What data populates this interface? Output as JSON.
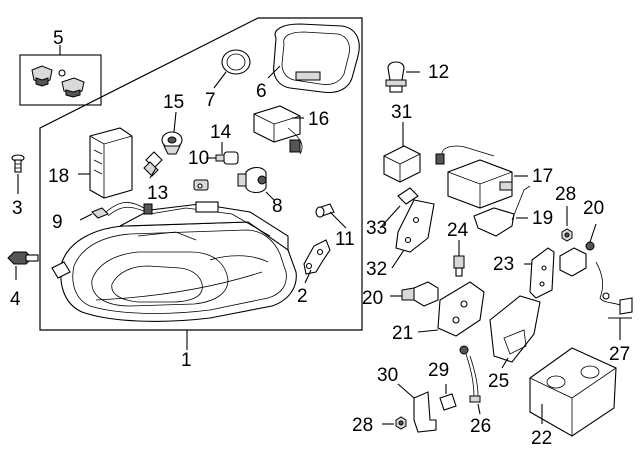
{
  "callouts": {
    "c1": "1",
    "c2": "2",
    "c3": "3",
    "c4": "4",
    "c5": "5",
    "c6": "6",
    "c7": "7",
    "c8": "8",
    "c9": "9",
    "c10": "10",
    "c11": "11",
    "c12": "12",
    "c13": "13",
    "c14": "14",
    "c15": "15",
    "c16": "16",
    "c17": "17",
    "c18": "18",
    "c19": "19",
    "c20a": "20",
    "c20b": "20",
    "c21": "21",
    "c22": "22",
    "c23": "23",
    "c24": "24",
    "c25": "25",
    "c26": "26",
    "c27": "27",
    "c28a": "28",
    "c28b": "28",
    "c29": "29",
    "c30": "30",
    "c31": "31",
    "c32": "32",
    "c33": "33"
  }
}
